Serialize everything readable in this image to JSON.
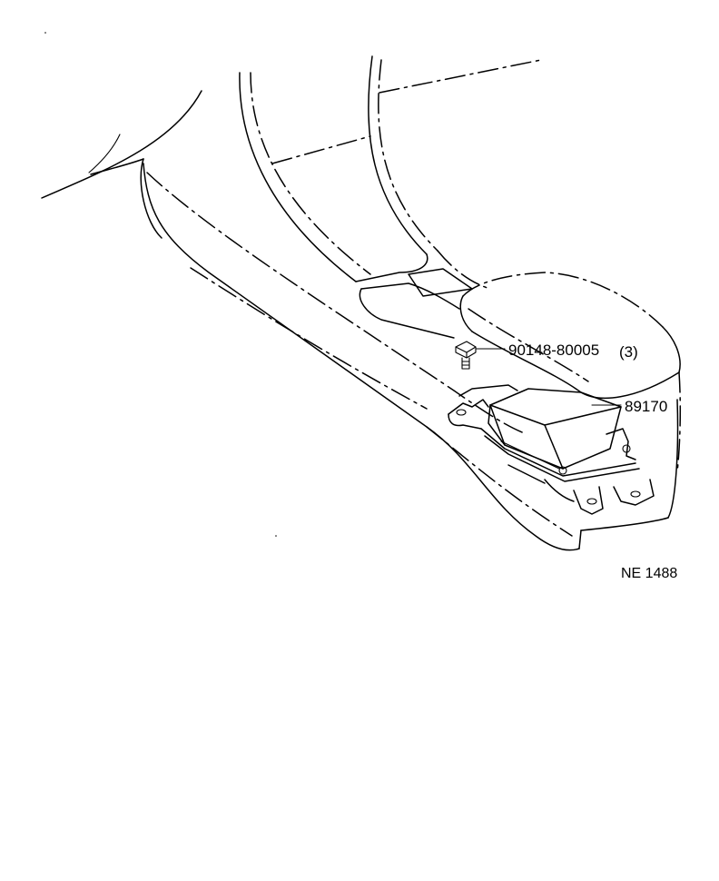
{
  "diagram": {
    "callouts": {
      "bolt": {
        "part_number": "90148-80005",
        "quantity": "(3)"
      },
      "module": {
        "part_number": "89170"
      }
    },
    "figure_code": "NE 1488"
  }
}
